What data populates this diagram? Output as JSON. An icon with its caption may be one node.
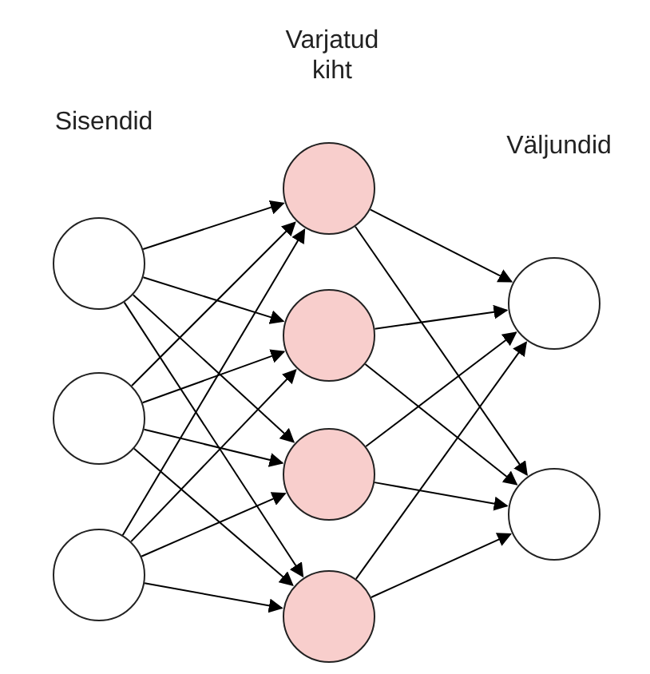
{
  "diagram": {
    "nodes": [
      {
        "text": [],
        "shape": "circle"
      },
      {
        "text": [],
        "shape": "circle"
      },
      {
        "text": [],
        "shape": "circle"
      },
      {
        "text": [],
        "shape": "circle"
      },
      {
        "text": [],
        "shape": "circle"
      },
      {
        "text": [],
        "shape": "circle"
      },
      {
        "text": [],
        "shape": "circle"
      },
      {
        "text": [],
        "shape": "circle"
      },
      {
        "text": [],
        "shape": "circle"
      }
    ],
    "edges": [
      {
        "from": 0,
        "to": 3,
        "arrow": "to"
      },
      {
        "from": 0,
        "to": 4,
        "arrow": "to"
      },
      {
        "from": 0,
        "to": 5,
        "arrow": "to"
      },
      {
        "from": 0,
        "to": 6,
        "arrow": "to"
      },
      {
        "from": 1,
        "to": 3,
        "arrow": "to"
      },
      {
        "from": 1,
        "to": 4,
        "arrow": "to"
      },
      {
        "from": 1,
        "to": 5,
        "arrow": "to"
      },
      {
        "from": 1,
        "to": 6,
        "arrow": "to"
      },
      {
        "from": 2,
        "to": 3,
        "arrow": "to"
      },
      {
        "from": 2,
        "to": 4,
        "arrow": "to"
      },
      {
        "from": 2,
        "to": 5,
        "arrow": "to"
      },
      {
        "from": 2,
        "to": 6,
        "arrow": "to"
      },
      {
        "from": 3,
        "to": 7,
        "arrow": "to"
      },
      {
        "from": 3,
        "to": 8,
        "arrow": "to"
      },
      {
        "from": 4,
        "to": 7,
        "arrow": "to"
      },
      {
        "from": 4,
        "to": 8,
        "arrow": "to"
      },
      {
        "from": 5,
        "to": 7,
        "arrow": "to"
      },
      {
        "from": 5,
        "to": 8,
        "arrow": "to"
      },
      {
        "from": 6,
        "to": 7,
        "arrow": "to"
      },
      {
        "from": 6,
        "to": 8,
        "arrow": "to"
      }
    ],
    "labels": [
      "Varjatud kiht",
      "Sisendid",
      "Väljundid"
    ]
  }
}
